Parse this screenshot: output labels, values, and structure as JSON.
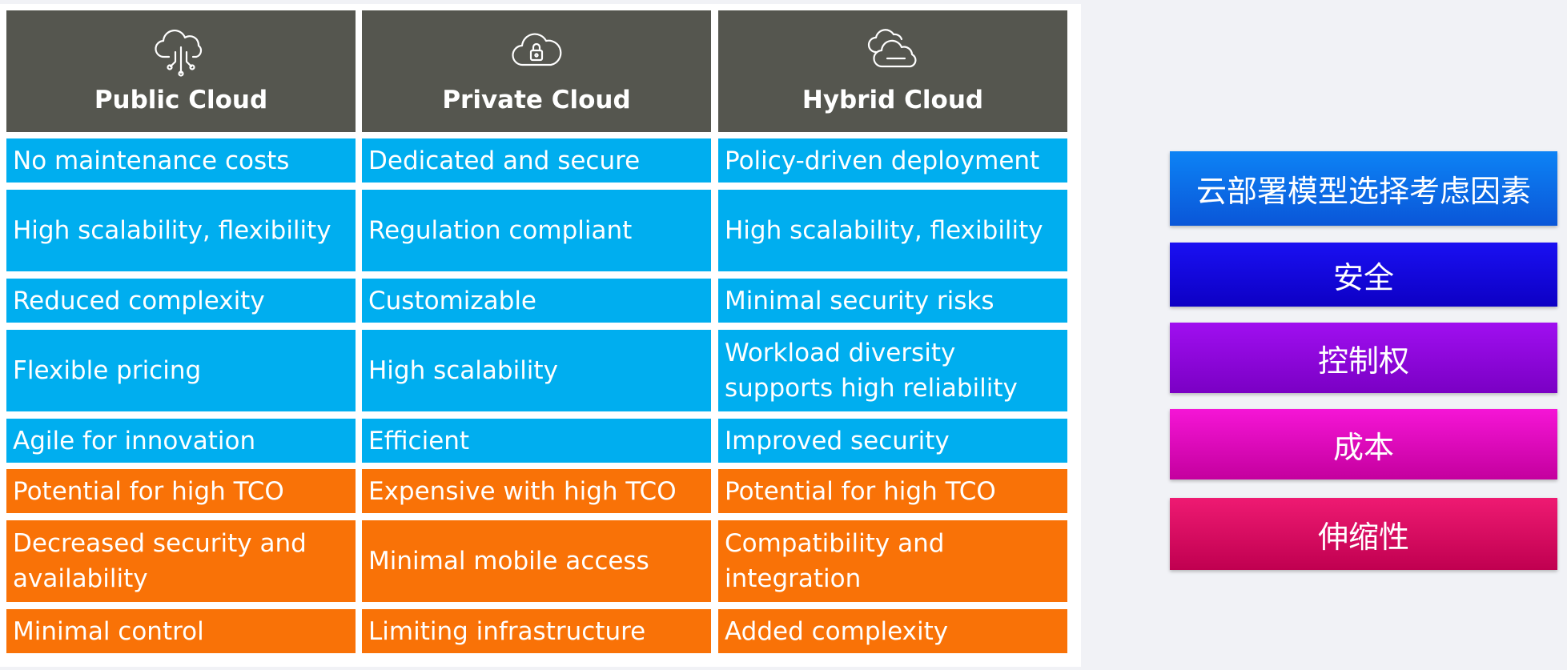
{
  "table": {
    "columns": [
      {
        "icon": "cloud-network-icon",
        "header": "Public Cloud",
        "rows": [
          "No maintenance costs",
          "High scalability, flexibility",
          "Reduced complexity",
          "Flexible pricing",
          "Agile for innovation",
          "Potential for high TCO",
          "Decreased security and availability",
          "Minimal control"
        ]
      },
      {
        "icon": "cloud-lock-icon",
        "header": "Private Cloud",
        "rows": [
          "Dedicated and secure",
          "Regulation compliant",
          "Customizable",
          "High scalability",
          "Efficient",
          "Expensive with high TCO",
          "Minimal mobile access",
          "Limiting infrastructure"
        ]
      },
      {
        "icon": "clouds-icon",
        "header": "Hybrid Cloud",
        "rows": [
          "Policy-driven deployment",
          "High scalability, flexibility",
          "Minimal security risks",
          "Workload diversity supports high reliability",
          "Improved security",
          "Potential for high TCO",
          "Compatibility and integration",
          "Added complexity"
        ]
      }
    ],
    "colors": {
      "header": "#55564f",
      "advantage": "#00aeef",
      "disadvantage": "#f97207"
    }
  },
  "factors": {
    "title": "云部署模型选择考虑因素",
    "items": [
      "安全",
      "控制权",
      "成本",
      "伸缩性"
    ]
  }
}
